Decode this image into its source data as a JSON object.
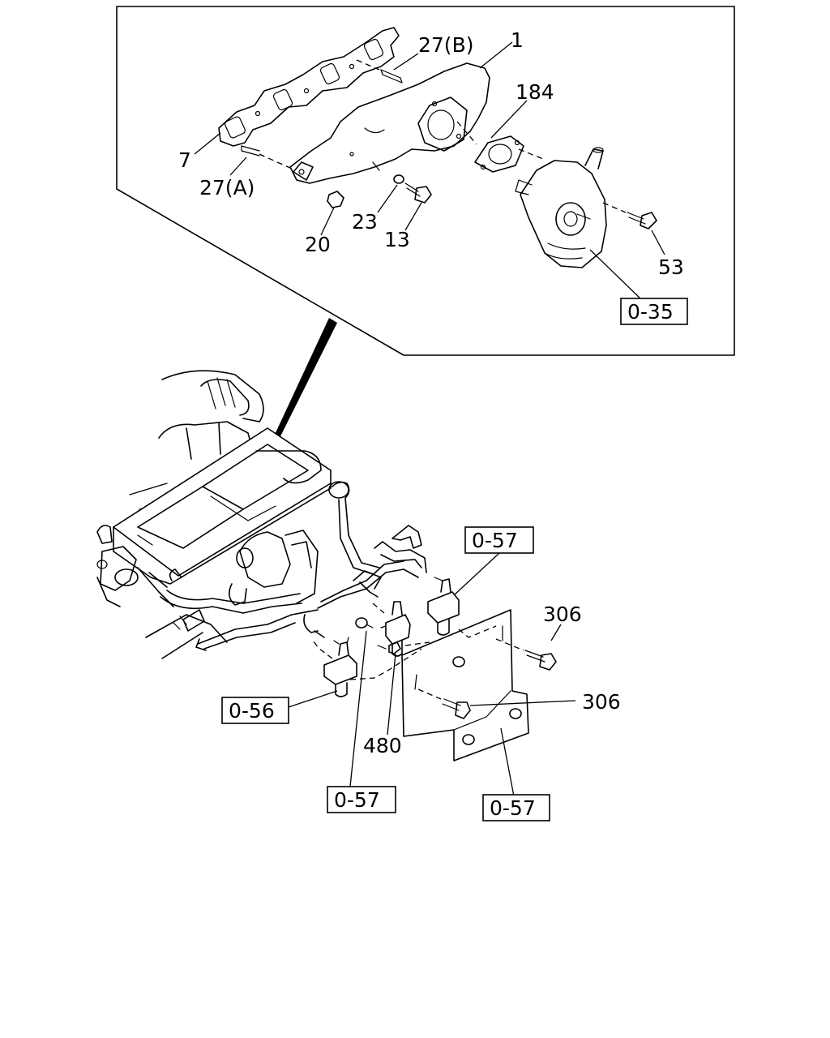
{
  "diagram": {
    "part_labels": {
      "p1": "1",
      "p7": "7",
      "p13": "13",
      "p20": "20",
      "p23": "23",
      "p27a": "27(A)",
      "p27b": "27(B)",
      "p53": "53",
      "p184": "184",
      "p306a": "306",
      "p306b": "306",
      "p480": "480"
    },
    "ref_labels": {
      "r035": "0-35",
      "r057_top": "0-57",
      "r056": "0-56",
      "r057_mid": "0-57",
      "r057_bottom": "0-57"
    }
  }
}
